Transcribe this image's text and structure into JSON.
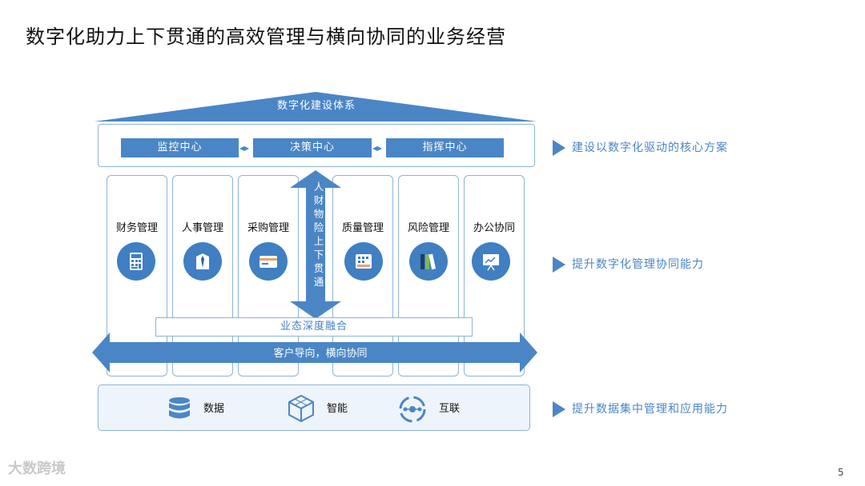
{
  "title": "数字化助力上下贯通的高效管理与横向协同的业务经营",
  "roof": {
    "label": "数字化建设体系"
  },
  "centers": [
    {
      "label": "监控中心"
    },
    {
      "label": "决策中心"
    },
    {
      "label": "指挥中心"
    }
  ],
  "columns": [
    {
      "label": "财务管理",
      "icon": "calculator-icon"
    },
    {
      "label": "人事管理",
      "icon": "suit-tie-icon"
    },
    {
      "label": "采购管理",
      "icon": "card-icon"
    },
    {
      "label": "质量管理",
      "icon": "dashboard-icon"
    },
    {
      "label": "风险管理",
      "icon": "binders-icon"
    },
    {
      "label": "办公协同",
      "icon": "presentation-icon"
    }
  ],
  "vertical_arrow": {
    "label": "人财物险上下贯通"
  },
  "fusion": {
    "label": "业态深度融合"
  },
  "horizontal_arrow": {
    "label": "客户导向，横向协同"
  },
  "base": [
    {
      "label": "数据",
      "icon": "database-icon"
    },
    {
      "label": "智能",
      "icon": "cube-icon"
    },
    {
      "label": "互联",
      "icon": "network-icon"
    }
  ],
  "side_notes": [
    {
      "label": "建设以数字化驱动的核心方案"
    },
    {
      "label": "提升数字化管理协同能力"
    },
    {
      "label": "提升数据集中管理和应用能力"
    }
  ],
  "watermark": "大数跨境",
  "page_number": "5",
  "colors": {
    "primary": "#4a86c6",
    "border": "#8fb3d8",
    "base_fill": "#eef4fb"
  }
}
